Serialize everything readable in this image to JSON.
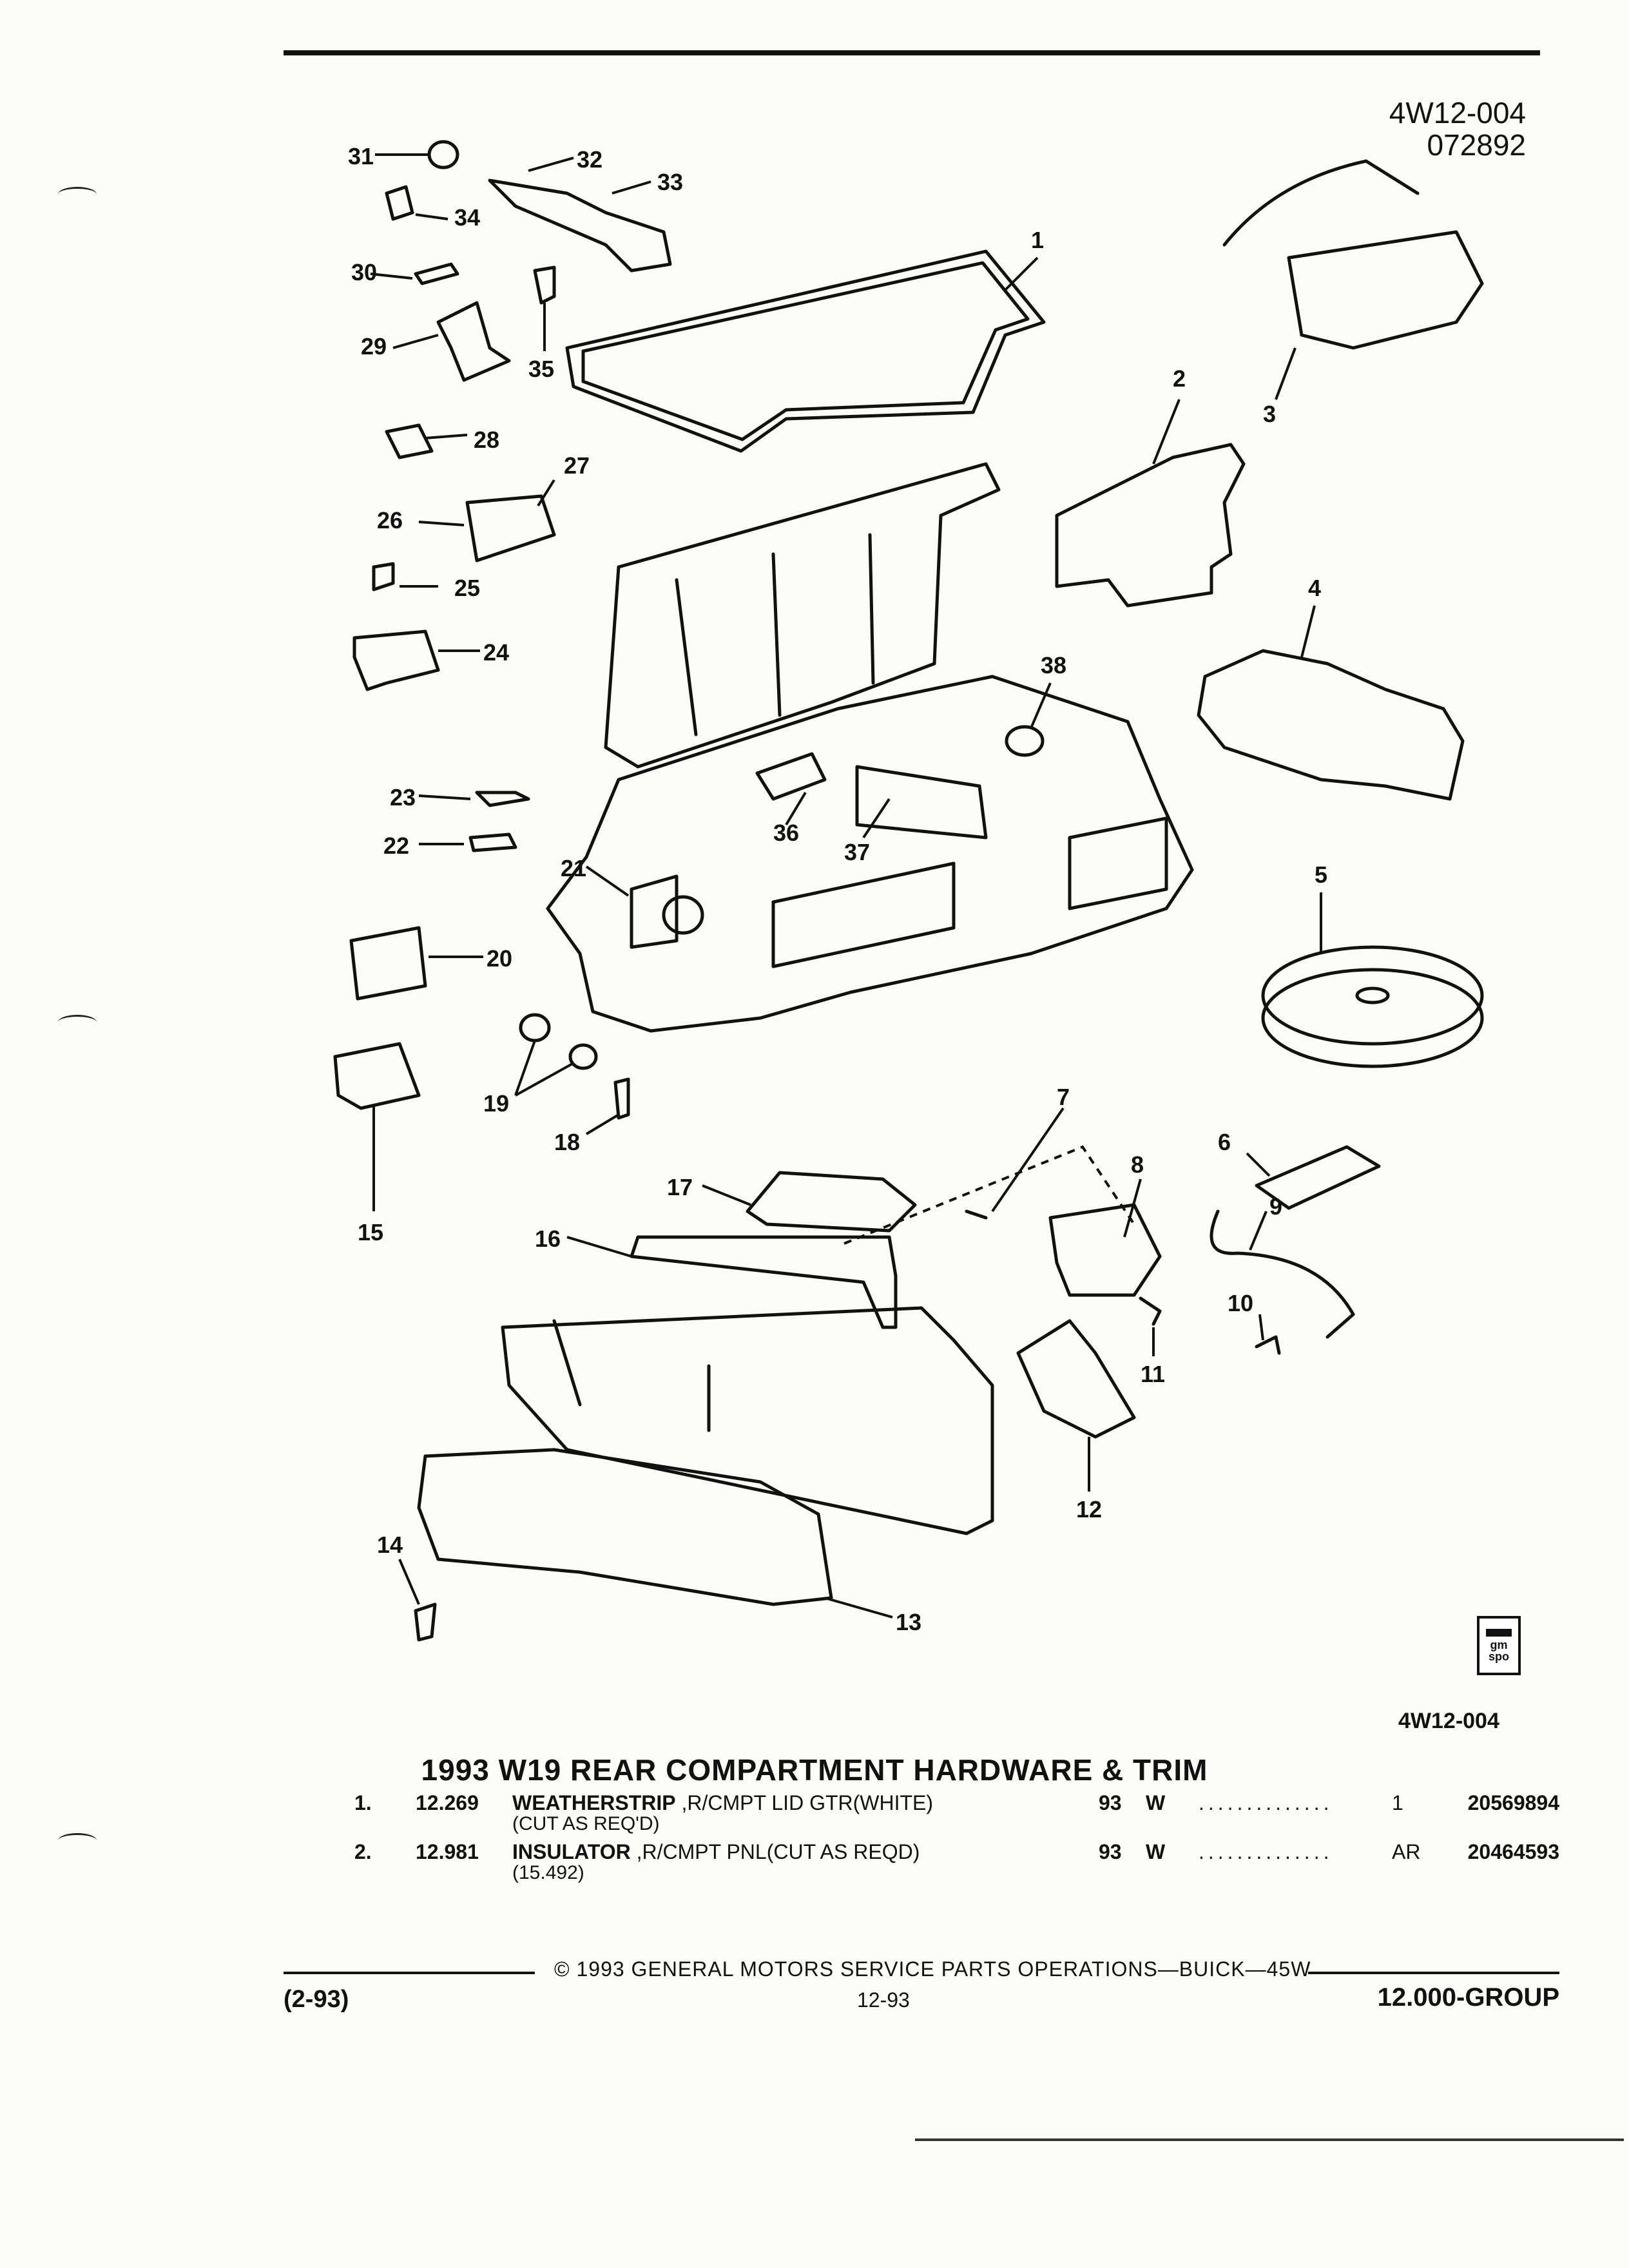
{
  "header": {
    "illustration_code": "4W12-004",
    "date_code": "072892"
  },
  "callouts": [
    "1",
    "2",
    "3",
    "4",
    "5",
    "6",
    "7",
    "8",
    "9",
    "10",
    "11",
    "12",
    "13",
    "14",
    "15",
    "16",
    "17",
    "18",
    "19",
    "20",
    "21",
    "22",
    "23",
    "24",
    "25",
    "26",
    "27",
    "28",
    "29",
    "30",
    "31",
    "32",
    "33",
    "34",
    "35",
    "36",
    "37",
    "38"
  ],
  "logo": {
    "top": "gm",
    "bottom": "spo"
  },
  "illustration_code_bottom": "4W12-004",
  "title": "1993 W19 REAR COMPARTMENT HARDWARE & TRIM",
  "parts": [
    {
      "num": "1.",
      "group": "12.269",
      "name": "WEATHERSTRIP",
      "desc": " ,R/CMPT LID GTR(WHITE)",
      "note": "(CUT AS REQ'D)",
      "year": "93",
      "series": "W",
      "dots": "..............",
      "qty": "1",
      "part_number": "20569894"
    },
    {
      "num": "2.",
      "group": "12.981",
      "name": "INSULATOR",
      "desc": " ,R/CMPT PNL(CUT AS REQD)",
      "note": "(15.492)",
      "year": "93",
      "series": "W",
      "dots": "..............",
      "qty": "AR",
      "part_number": "20464593"
    }
  ],
  "footer": {
    "copyright": "©  1993  GENERAL MOTORS SERVICE PARTS OPERATIONS—BUICK—45W",
    "date": "(2-93)",
    "page": "12-93",
    "group": "12.000-GROUP"
  }
}
